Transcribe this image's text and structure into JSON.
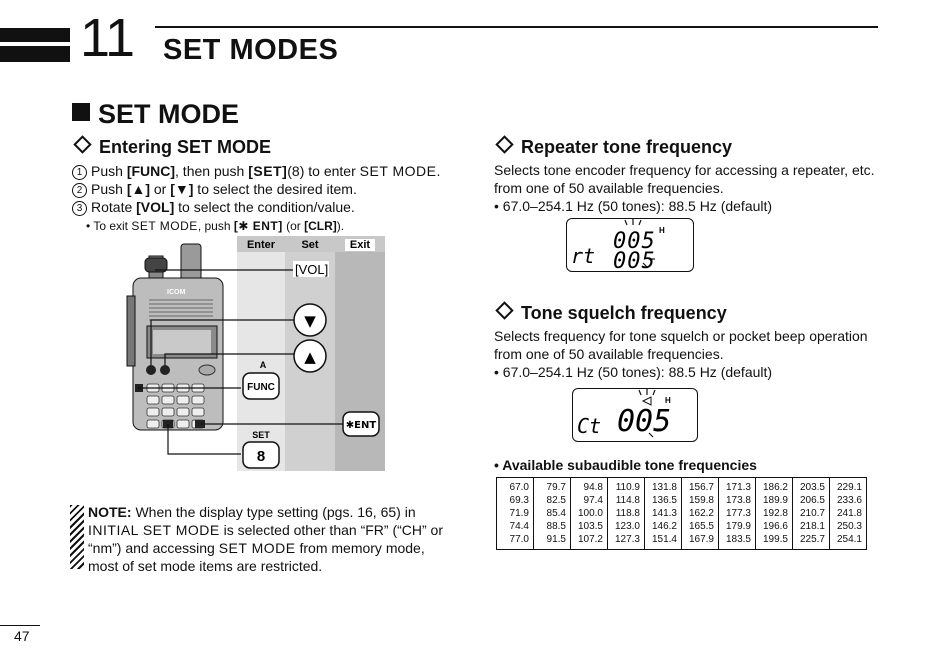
{
  "header": {
    "chapter_number": "11",
    "chapter_title": "SET MODES"
  },
  "section_title": "SET MODE",
  "entering": {
    "heading": "Entering SET MODE",
    "steps": [
      {
        "num": "1",
        "pre": "Push ",
        "k1": "[FUNC]",
        "mid": ", then push ",
        "k2": "[SET]",
        "post": "(8) to enter ",
        "sc": "SET MODE",
        "end": "."
      },
      {
        "num": "2",
        "pre": "Push ",
        "k1": "[▲]",
        "mid": " or ",
        "k2": "[▼]",
        "post": " to select the desired item."
      },
      {
        "num": "3",
        "pre": "Rotate ",
        "k1": "[VOL]",
        "post": " to select the condition/value."
      }
    ],
    "exit_note": {
      "pre": "• To exit ",
      "sc": "SET MODE",
      "mid": ", push ",
      "k1": "[✱ ENT]",
      "mid2": " (or ",
      "k2": "[CLR]",
      "end": ")."
    }
  },
  "illustration": {
    "columns": [
      "Enter",
      "Set",
      "Exit"
    ],
    "vol_label": "[VOL]",
    "brand": "ICOM",
    "func_label": "FUNC",
    "func_arrow": "A",
    "set_label": "SET",
    "set_key": "8",
    "ent_label": "✱ENT",
    "up_key": "▲",
    "down_key": "▼"
  },
  "note": {
    "label": "NOTE:",
    "text1": " When the display type setting (pgs. 16, 65) in ",
    "sc1": "INITIAL SET MODE",
    "text2": " is selected other than “FR” (“CH” or “nm”) and accessing ",
    "sc2": "SET MODE",
    "text3": " from memory mode, most of set mode items are restricted."
  },
  "repeater": {
    "heading": "Repeater tone frequency",
    "line1": "Selects tone encoder frequency for accessing a repeater, etc.",
    "line2": "from one of 50 available frequencies.",
    "line3": "• 67.0–254.1 Hz (50 tones): 88.5 Hz (default)",
    "lcd_left": "rt",
    "lcd_top": "005",
    "lcd_bottom": "005",
    "lcd_h": "H"
  },
  "tsql": {
    "heading": "Tone squelch frequency",
    "line1": "Selects frequency for tone squelch or pocket beep operation",
    "line2": "from one of 50 available frequencies.",
    "line3": "• 67.0–254.1 Hz (50 tones): 88.5 Hz (default)",
    "lcd_left": "Ct",
    "lcd_main": "005",
    "lcd_h": "H"
  },
  "tones": {
    "heading": "• Available subaudible tone frequencies",
    "rows": [
      [
        "67.0",
        "79.7",
        "94.8",
        "110.9",
        "131.8",
        "156.7",
        "171.3",
        "186.2",
        "203.5",
        "229.1"
      ],
      [
        "69.3",
        "82.5",
        "97.4",
        "114.8",
        "136.5",
        "159.8",
        "173.8",
        "189.9",
        "206.5",
        "233.6"
      ],
      [
        "71.9",
        "85.4",
        "100.0",
        "118.8",
        "141.3",
        "162.2",
        "177.3",
        "192.8",
        "210.7",
        "241.8"
      ],
      [
        "74.4",
        "88.5",
        "103.5",
        "123.0",
        "146.2",
        "165.5",
        "179.9",
        "196.6",
        "218.1",
        "250.3"
      ],
      [
        "77.0",
        "91.5",
        "107.2",
        "127.3",
        "151.4",
        "167.9",
        "183.5",
        "199.5",
        "225.7",
        "254.1"
      ]
    ]
  },
  "page_number": "47"
}
